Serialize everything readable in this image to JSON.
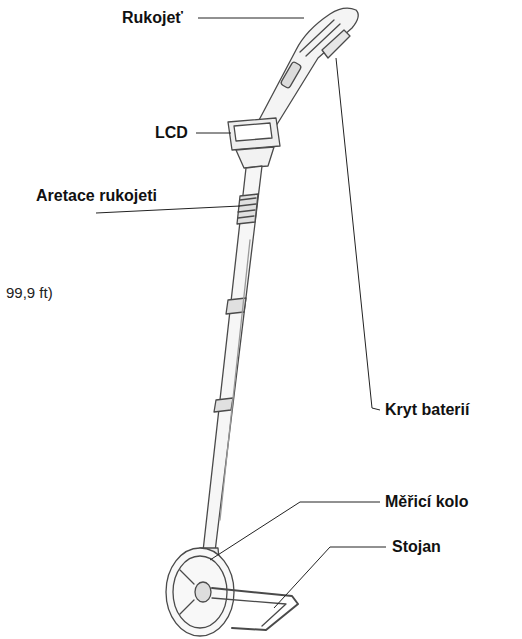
{
  "diagram": {
    "labels": [
      "Rukojeť",
      "LCD",
      "Aretace rukojeti",
      "Kryt baterií",
      "99,9 ft)",
      "Měřicí kolo",
      "Stojan"
    ]
  }
}
